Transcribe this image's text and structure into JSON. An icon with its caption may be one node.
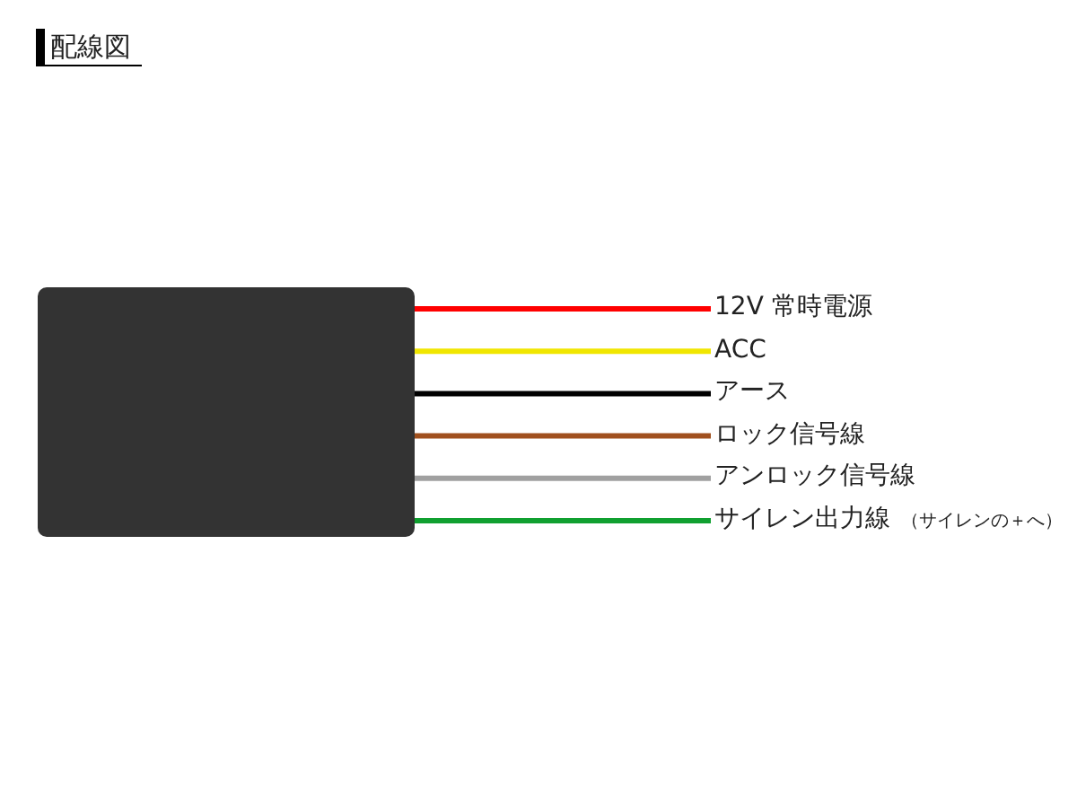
{
  "diagram": {
    "title": "配線図",
    "nodes": [
      {
        "text": [],
        "shape": "box"
      },
      {
        "text": [
          "12V 常時電源"
        ]
      },
      {
        "text": [
          "ACC"
        ]
      },
      {
        "text": [
          "アース"
        ]
      },
      {
        "text": [
          "ロック信号線"
        ]
      },
      {
        "text": [
          "アンロック信号線"
        ]
      },
      {
        "text": [
          "サイレン出力線"
        ],
        "beside": [
          "（サイレンの＋へ）"
        ]
      }
    ],
    "edges": [
      {
        "from": 0,
        "to": 1,
        "arrow": "none",
        "color": "#ff0000"
      },
      {
        "from": 0,
        "to": 2,
        "arrow": "none",
        "color": "#f0e600"
      },
      {
        "from": 0,
        "to": 3,
        "arrow": "none",
        "color": "#000000"
      },
      {
        "from": 0,
        "to": 4,
        "arrow": "none",
        "color": "#a0501e"
      },
      {
        "from": 0,
        "to": 5,
        "arrow": "none",
        "color": "#a0a0a0"
      },
      {
        "from": 0,
        "to": 6,
        "arrow": "none",
        "color": "#10a030"
      }
    ]
  }
}
